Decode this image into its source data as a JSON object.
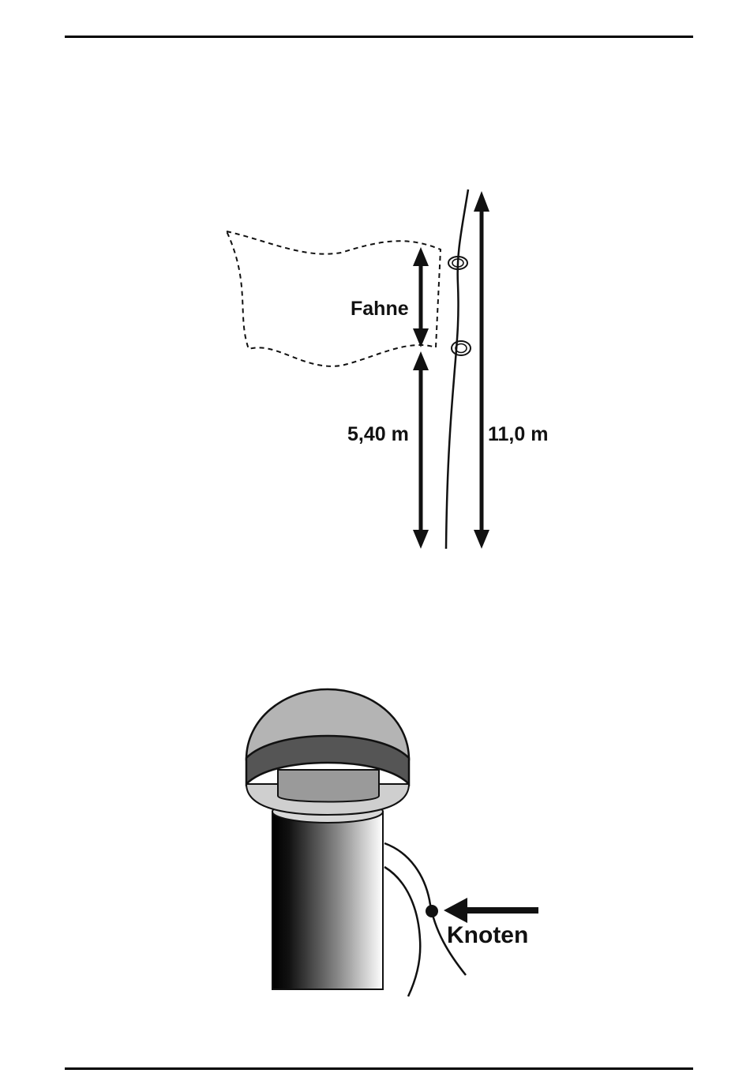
{
  "flag_diagram": {
    "flag_label": "Fahne",
    "height_label": "5,40 m",
    "pole_label": "11,0 m"
  },
  "finial_diagram": {
    "knot_label": "Knoten"
  },
  "colors": {
    "ink": "#111111",
    "cap_light": "#b4b4b4",
    "cap_band": "#555555",
    "cap_mid": "#999999"
  }
}
